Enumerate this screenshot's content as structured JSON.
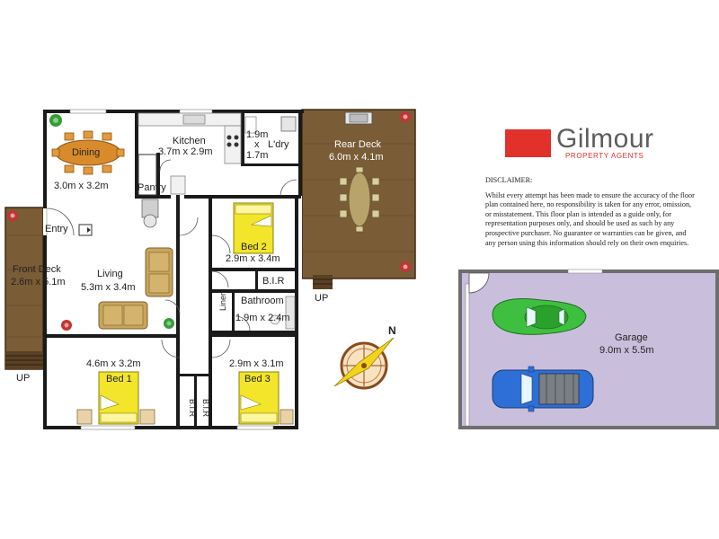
{
  "brand": {
    "name": "Gilmour",
    "tagline": "PROPERTY AGENTS",
    "accent_color": "#e2312b",
    "text_color": "#5d5d5d"
  },
  "disclaimer": {
    "heading": "DISCLAIMER:",
    "body": "Whilst every attempt has been made to ensure the accuracy of the floor plan contained here, no responsibility is taken for any error, omission, or misstatement. This floor plan is intended as a guide only, for representation purposes only, and should be used as such by any prospective purchaser. No guarantee or warranties can be given, and any person using this information should rely on their own enquiries."
  },
  "rooms": {
    "dining": {
      "name": "Dining",
      "size": "3.0m x 3.2m"
    },
    "kitchen": {
      "name": "Kitchen",
      "size": "3.7m x 2.9m"
    },
    "laundry": {
      "name": "L'dry",
      "size_w": "1.9m",
      "size_x": "x",
      "size_h": "1.7m"
    },
    "pantry": {
      "name": "Pantry"
    },
    "rear_deck": {
      "name": "Rear Deck",
      "size": "6.0m x 4.1m"
    },
    "entry": {
      "name": "Entry"
    },
    "front_deck": {
      "name": "Front Deck",
      "size": "2.6m x 5.1m"
    },
    "living": {
      "name": "Living",
      "size": "5.3m x 3.4m"
    },
    "bed2": {
      "name": "Bed 2",
      "size": "2.9m x 3.4m"
    },
    "bir_bed2": {
      "name": "B.I.R"
    },
    "linen": {
      "name": "Linen"
    },
    "bathroom": {
      "name": "Bathroom",
      "size": "1.9m x 2.4m"
    },
    "bed1": {
      "name": "Bed 1",
      "size": "4.6m x 3.2m"
    },
    "bed3": {
      "name": "Bed 3",
      "size": "2.9m x 3.1m"
    },
    "bir_a": {
      "name": "B.I.R"
    },
    "bir_b": {
      "name": "B.I.R"
    },
    "garage": {
      "name": "Garage",
      "size": "9.0m x 5.5m"
    }
  },
  "markers": {
    "up_front": "UP",
    "up_rear": "UP",
    "compass_north": "N"
  },
  "colors": {
    "wall": "#1a1a1a",
    "deck": "#7a5c36",
    "bed": "#f2e52a",
    "sofa": "#c9a55b",
    "garage_floor": "#c9bfdc",
    "car_green": "#3fbf3f",
    "car_blue": "#2d6fd6"
  }
}
